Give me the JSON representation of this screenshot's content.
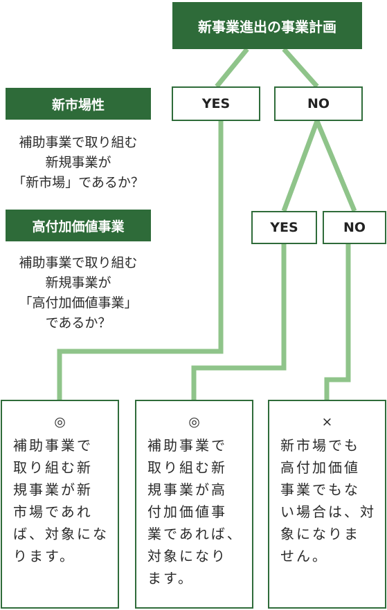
{
  "title": "新事業進出の事業計画",
  "choices": {
    "yes1": "YES",
    "no1": "NO",
    "yes2": "YES",
    "no2": "NO"
  },
  "criteria": {
    "market": {
      "label": "新市場性",
      "lines": [
        "補助事業で取り組む",
        "新規事業が",
        "「新市場」であるか？"
      ]
    },
    "value": {
      "label": "高付加価値事業",
      "lines": [
        "補助事業で取り組む",
        "新規事業が",
        "「高付加価値事業」",
        "であるか？"
      ]
    }
  },
  "results": [
    {
      "mark": "◎",
      "lines": [
        "補助事業で",
        "取り組む新",
        "規事業が新",
        "市場であれ",
        "ば、対象にな",
        "ります。"
      ]
    },
    {
      "mark": "◎",
      "lines": [
        "補助事業で",
        "取り組む新",
        "規事業が高",
        "付加価値事",
        "業であれば、",
        "対象になり",
        "ます。"
      ]
    },
    {
      "mark": "×",
      "lines": [
        "新市場でも",
        "高付加価値",
        "事業でもな",
        "い場合は、対",
        "象になりま",
        "せん。"
      ]
    }
  ],
  "colors": {
    "header_green": "#2e6b39",
    "connector_green": "#8fc48a"
  }
}
